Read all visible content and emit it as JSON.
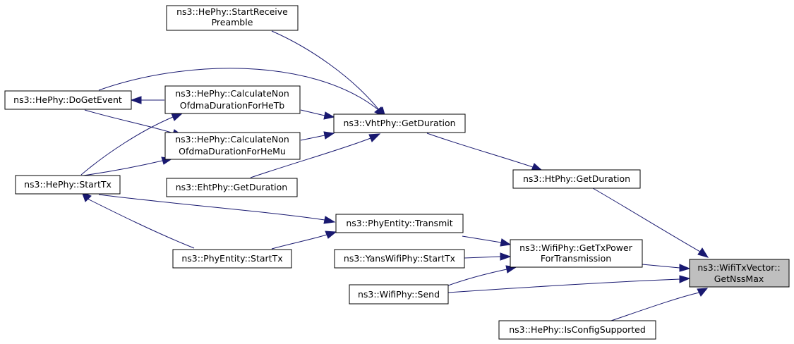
{
  "nodes": {
    "start_receive": [
      "ns3::HePhy::StartReceive",
      "Preamble"
    ],
    "do_get_event": [
      "ns3::HePhy::DoGetEvent"
    ],
    "calc_tb": [
      "ns3::HePhy::CalculateNon",
      "OfdmaDurationForHeTb"
    ],
    "calc_mu": [
      "ns3::HePhy::CalculateNon",
      "OfdmaDurationForHeMu"
    ],
    "vht_get_duration": [
      "ns3::VhtPhy::GetDuration"
    ],
    "he_start_tx": [
      "ns3::HePhy::StartTx"
    ],
    "eht_get_duration": [
      "ns3::EhtPhy::GetDuration"
    ],
    "ht_get_duration": [
      "ns3::HtPhy::GetDuration"
    ],
    "phy_transmit": [
      "ns3::PhyEntity::Transmit"
    ],
    "phy_start_tx": [
      "ns3::PhyEntity::StartTx"
    ],
    "yans_start_tx": [
      "ns3::YansWifiPhy::StartTx"
    ],
    "get_tx_power": [
      "ns3::WifiPhy::GetTxPower",
      "ForTransmission"
    ],
    "wifi_send": [
      "ns3::WifiPhy::Send"
    ],
    "get_nss_max": [
      "ns3::WifiTxVector::",
      "GetNssMax"
    ],
    "is_config_supported": [
      "ns3::HePhy::IsConfigSupported"
    ]
  },
  "colors": {
    "edge": "#191970",
    "node_border": "#000000",
    "root_fill": "#bfbfbf"
  }
}
